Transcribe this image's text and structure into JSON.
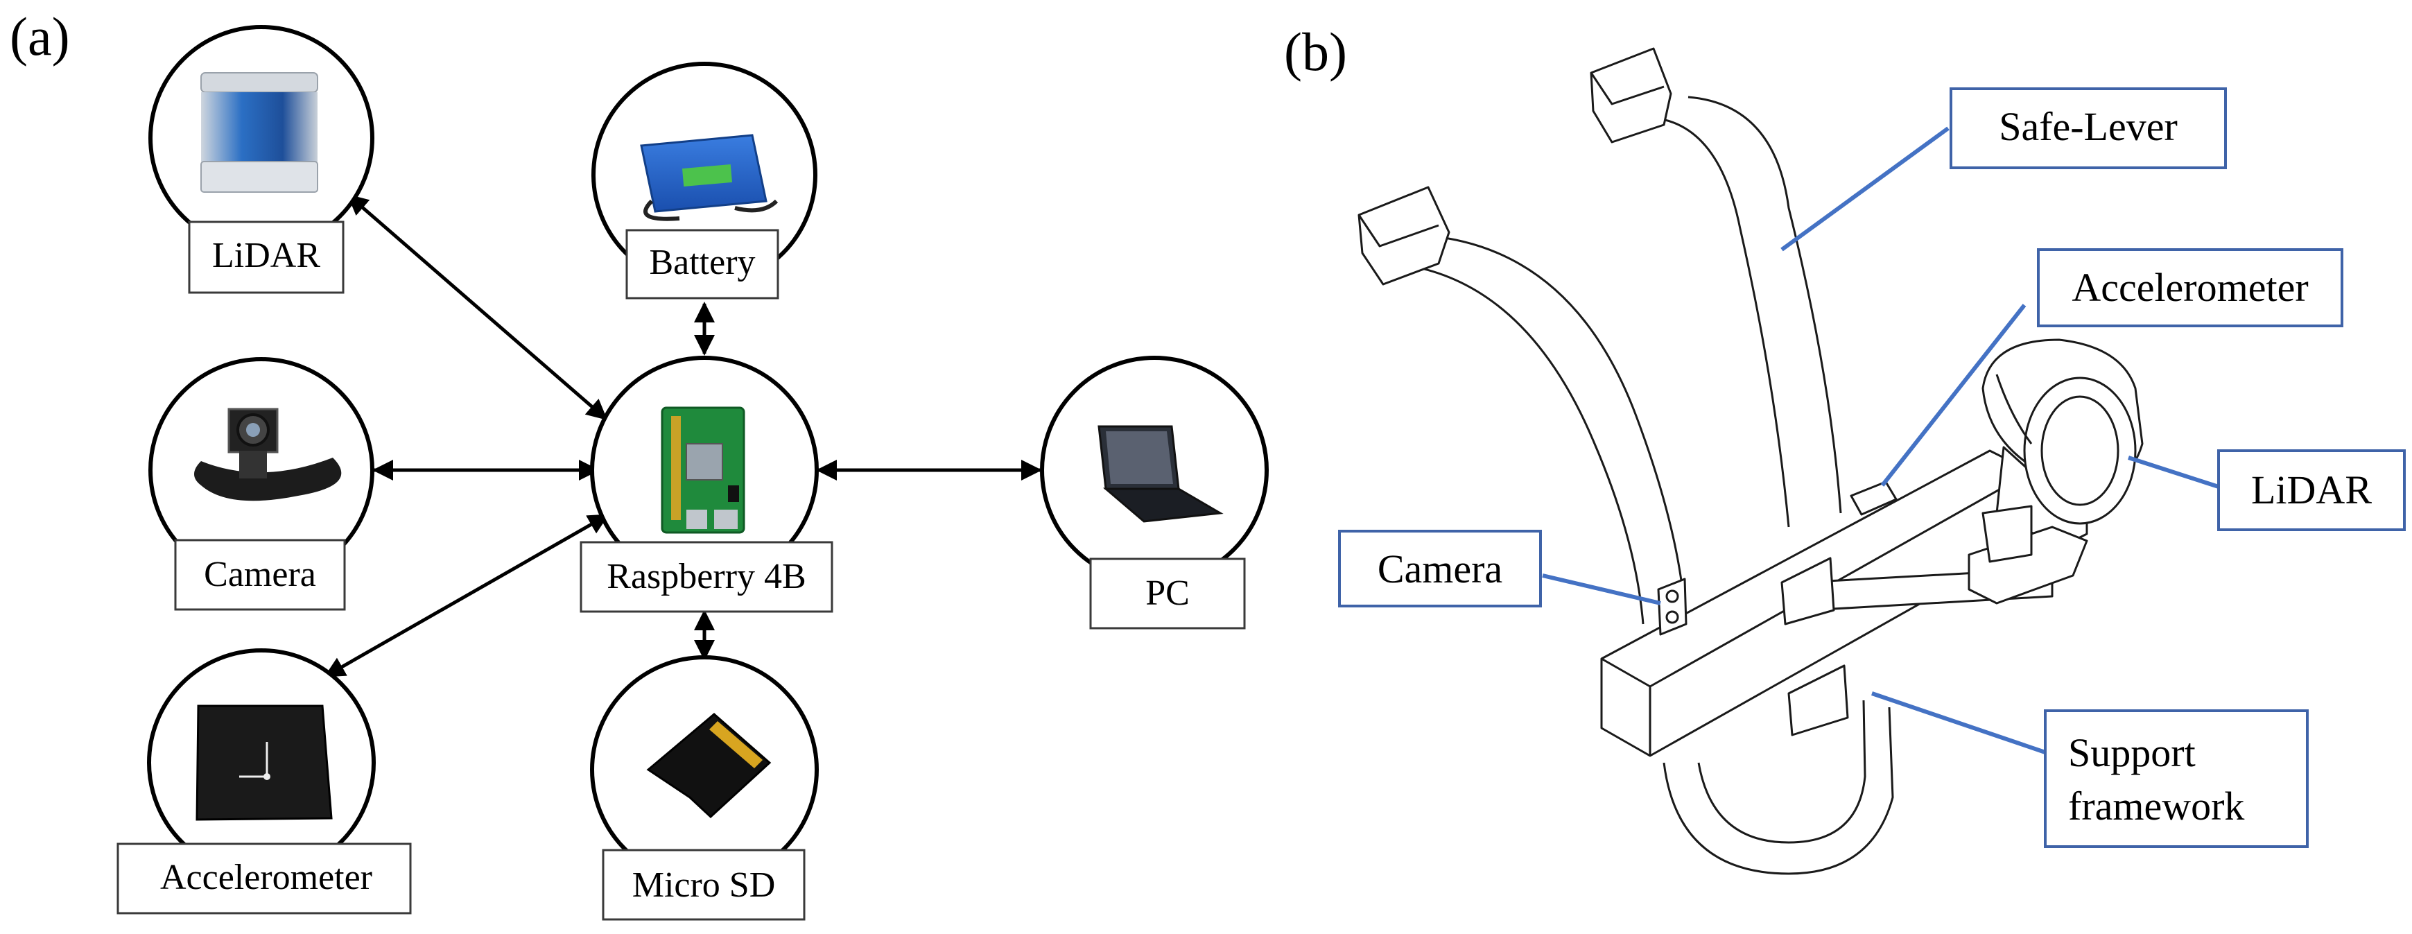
{
  "panel_a": {
    "label": "(a)",
    "nodes": {
      "lidar": "LiDAR",
      "battery": "Battery",
      "camera": "Camera",
      "raspberry": "Raspberry 4B",
      "pc": "PC",
      "accelerometer": "Accelerometer",
      "microsd": "Micro SD"
    }
  },
  "panel_b": {
    "label": "(b)",
    "callouts": {
      "safe_lever": "Safe-Lever",
      "accelerometer": "Accelerometer",
      "lidar": "LiDAR",
      "camera": "Camera",
      "support_line1": "Support",
      "support_line2": "framework"
    }
  }
}
